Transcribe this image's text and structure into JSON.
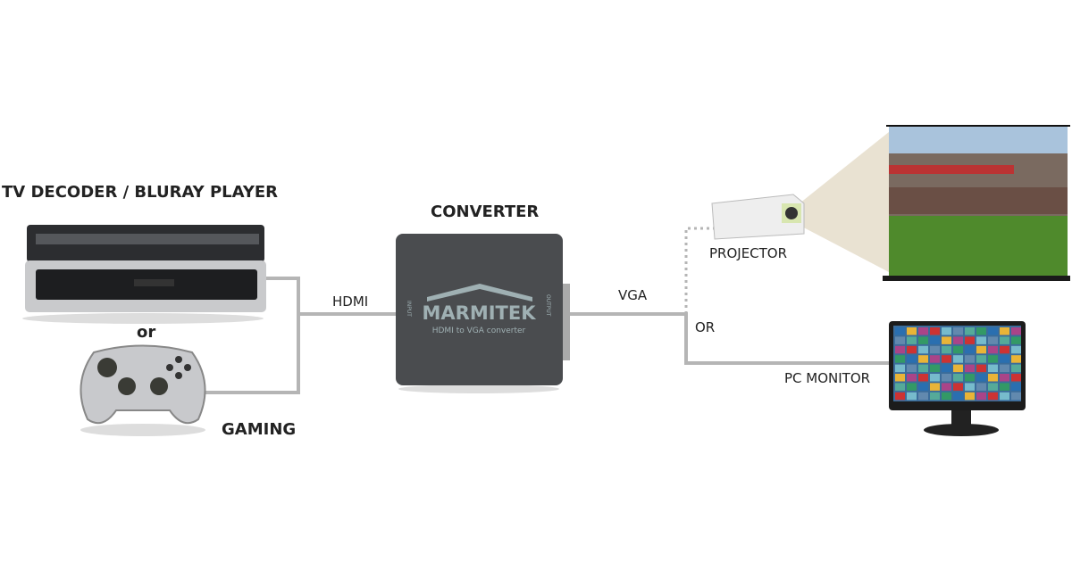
{
  "labels": {
    "source": "TV DECODER / BLURAY PLAYER",
    "or_lower": "or",
    "gaming": "GAMING",
    "converter": "CONVERTER",
    "hdmi": "HDMI",
    "vga": "VGA",
    "or_upper": "OR",
    "projector": "PROJECTOR",
    "pc_monitor": "PC MONITOR"
  },
  "converter_device": {
    "brand": "MARMITEK",
    "model": "HDMI to VGA converter",
    "input": "INPUT",
    "output": "OUTPUT"
  },
  "colors": {
    "cable": "#b5b5b5",
    "device_dark": "#4a4c4f",
    "text": "#222222",
    "beam": "#e9e2d2"
  }
}
